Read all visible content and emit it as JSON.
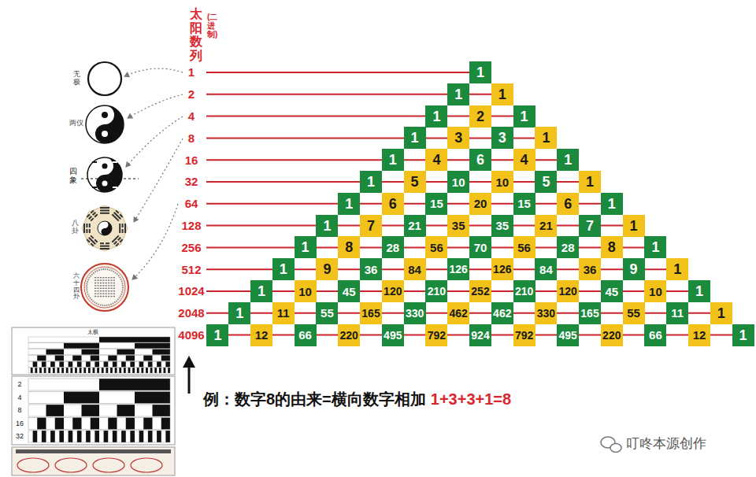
{
  "diagram": {
    "title": "太阳数列",
    "nodes": [
      {
        "text": [
          "1"
        ]
      },
      {
        "text": [
          "1"
        ]
      },
      {
        "text": [
          "1"
        ]
      },
      {
        "text": [
          "1"
        ]
      },
      {
        "text": [
          "2"
        ]
      },
      {
        "text": [
          "1"
        ]
      },
      {
        "text": [
          "1"
        ]
      },
      {
        "text": [
          "3"
        ]
      },
      {
        "text": [
          "3"
        ]
      },
      {
        "text": [
          "1"
        ]
      },
      {
        "text": [
          "1"
        ]
      },
      {
        "text": [
          "4"
        ]
      },
      {
        "text": [
          "6"
        ]
      },
      {
        "text": [
          "4"
        ]
      },
      {
        "text": [
          "1"
        ]
      },
      {
        "text": [
          "1"
        ]
      },
      {
        "text": [
          "5"
        ]
      },
      {
        "text": [
          "10"
        ]
      },
      {
        "text": [
          "10"
        ]
      },
      {
        "text": [
          "5"
        ]
      },
      {
        "text": [
          "1"
        ]
      },
      {
        "text": [
          "1"
        ]
      },
      {
        "text": [
          "6"
        ]
      },
      {
        "text": [
          "15"
        ]
      },
      {
        "text": [
          "20"
        ]
      },
      {
        "text": [
          "15"
        ]
      },
      {
        "text": [
          "6"
        ]
      },
      {
        "text": [
          "1"
        ]
      },
      {
        "text": [
          "1"
        ]
      },
      {
        "text": [
          "7"
        ]
      },
      {
        "text": [
          "21"
        ]
      },
      {
        "text": [
          "35"
        ]
      },
      {
        "text": [
          "35"
        ]
      },
      {
        "text": [
          "21"
        ]
      },
      {
        "text": [
          "7"
        ]
      },
      {
        "text": [
          "1"
        ]
      },
      {
        "text": [
          "1"
        ]
      },
      {
        "text": [
          "8"
        ]
      },
      {
        "text": [
          "28"
        ]
      },
      {
        "text": [
          "56"
        ]
      },
      {
        "text": [
          "70"
        ]
      },
      {
        "text": [
          "56"
        ]
      },
      {
        "text": [
          "28"
        ]
      },
      {
        "text": [
          "8"
        ]
      },
      {
        "text": [
          "1"
        ]
      },
      {
        "text": [
          "1"
        ]
      },
      {
        "text": [
          "9"
        ]
      },
      {
        "text": [
          "36"
        ]
      },
      {
        "text": [
          "84"
        ]
      },
      {
        "text": [
          "126"
        ]
      },
      {
        "text": [
          "126"
        ]
      },
      {
        "text": [
          "84"
        ]
      },
      {
        "text": [
          "36"
        ]
      },
      {
        "text": [
          "9"
        ]
      },
      {
        "text": [
          "1"
        ]
      },
      {
        "text": [
          "1"
        ]
      },
      {
        "text": [
          "10"
        ]
      },
      {
        "text": [
          "45"
        ]
      },
      {
        "text": [
          "120"
        ]
      },
      {
        "text": [
          "210"
        ]
      },
      {
        "text": [
          "252"
        ]
      },
      {
        "text": [
          "210"
        ]
      },
      {
        "text": [
          "120"
        ]
      },
      {
        "text": [
          "45"
        ]
      },
      {
        "text": [
          "10"
        ]
      },
      {
        "text": [
          "1"
        ]
      },
      {
        "text": [
          "1"
        ]
      },
      {
        "text": [
          "11"
        ]
      },
      {
        "text": [
          "55"
        ]
      },
      {
        "text": [
          "165"
        ]
      },
      {
        "text": [
          "330"
        ]
      },
      {
        "text": [
          "462"
        ]
      },
      {
        "text": [
          "462"
        ]
      },
      {
        "text": [
          "330"
        ]
      },
      {
        "text": [
          "165"
        ]
      },
      {
        "text": [
          "55"
        ]
      },
      {
        "text": [
          "11"
        ]
      },
      {
        "text": [
          "1"
        ]
      },
      {
        "text": [
          "1"
        ]
      },
      {
        "text": [
          "12"
        ]
      },
      {
        "text": [
          "66"
        ]
      },
      {
        "text": [
          "220"
        ]
      },
      {
        "text": [
          "495"
        ]
      },
      {
        "text": [
          "792"
        ]
      },
      {
        "text": [
          "924"
        ]
      },
      {
        "text": [
          "792"
        ]
      },
      {
        "text": [
          "495"
        ]
      },
      {
        "text": [
          "220"
        ]
      },
      {
        "text": [
          "66"
        ]
      },
      {
        "text": [
          "12"
        ]
      },
      {
        "text": [
          "1"
        ]
      }
    ],
    "labels": [
      "(二进制)",
      "1",
      "2",
      "4",
      "8",
      "16",
      "32",
      "64",
      "128",
      "256",
      "512",
      "1024",
      "2048",
      "4096",
      "无极",
      "两仪",
      "四象",
      "八卦",
      "六十四卦",
      "太极",
      "2",
      "4",
      "8",
      "16",
      "32",
      "例：数字8的由来=横向数字相加",
      "1+3+3+1=8",
      "叮咚本源创作"
    ]
  }
}
